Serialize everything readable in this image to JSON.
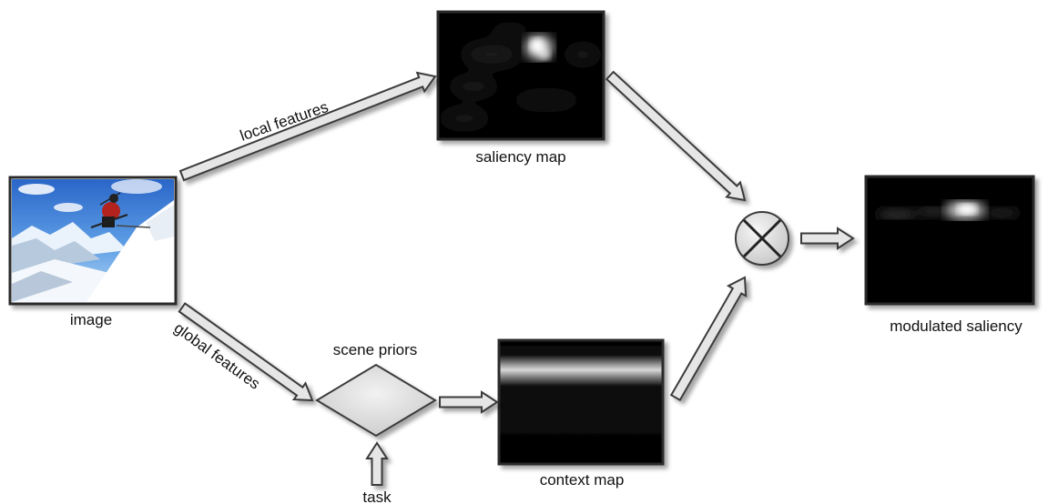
{
  "labels": {
    "image": "image",
    "saliency_map": "saliency map",
    "context_map": "context map",
    "modulated_saliency": "modulated saliency",
    "scene_priors": "scene priors",
    "task": "task",
    "local_features": "local features",
    "global_features": "global features"
  },
  "nodes": {
    "multiply_symbol": "⊗"
  },
  "colors": {
    "arrow_fill": "#e6e6e6",
    "arrow_stroke": "#3a3a3a",
    "frame_stroke": "#2b2b2b",
    "map_background": "#000000",
    "diamond_fill": "#dcdcdc"
  }
}
